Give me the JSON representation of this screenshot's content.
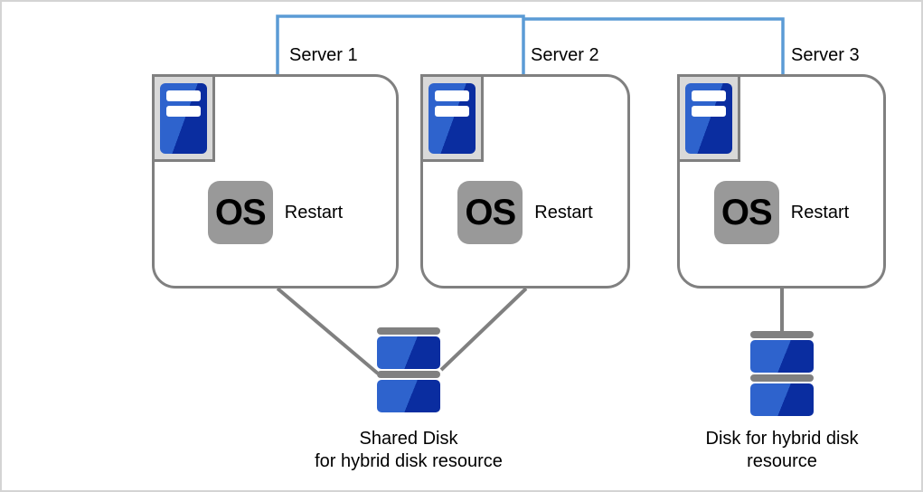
{
  "colors": {
    "canvas-border": "#d4d4d4",
    "network-line": "#5b9bd5",
    "box-border": "#808080",
    "icon-frame-bg": "#d9d9d9",
    "blue-light": "#2e63cd",
    "blue-dark": "#0a2da0",
    "disk-bar": "#808080",
    "os-badge-bg": "#999999",
    "text-color": "#000000"
  },
  "servers": [
    {
      "label": "Server 1",
      "os_badge": "OS",
      "action": "Restart"
    },
    {
      "label": "Server 2",
      "os_badge": "OS",
      "action": "Restart"
    },
    {
      "label": "Server 3",
      "os_badge": "OS",
      "action": "Restart"
    }
  ],
  "disks": [
    {
      "lines": [
        "Shared Disk",
        "for hybrid disk resource"
      ]
    },
    {
      "lines": [
        "Disk for hybrid disk",
        "resource"
      ]
    }
  ]
}
